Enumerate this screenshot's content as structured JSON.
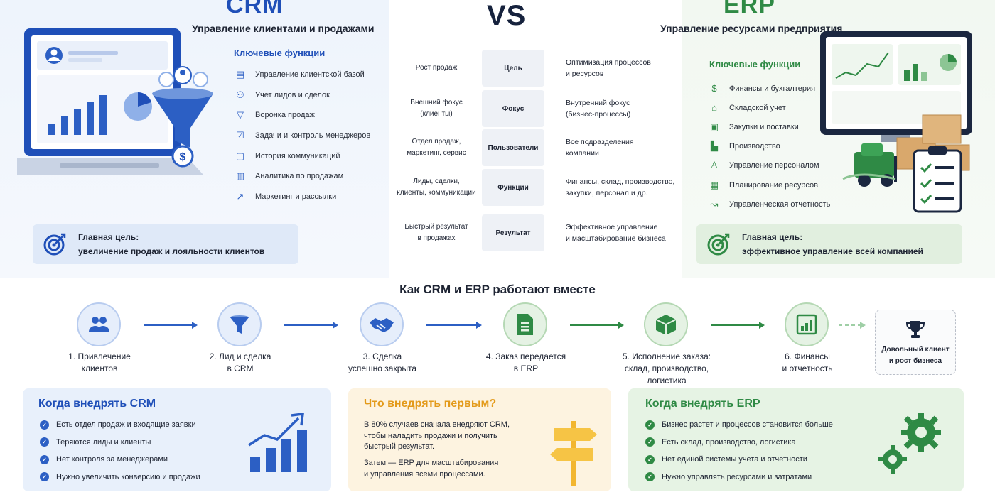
{
  "crm": {
    "title": "CRM",
    "subtitle": "Управление клиентами и продажами",
    "features_title": "Ключевые функции",
    "features": [
      {
        "label": "Управление клиентской базой",
        "icon": "contacts-icon"
      },
      {
        "label": "Учет лидов и сделок",
        "icon": "handshake-icon"
      },
      {
        "label": "Воронка продаж",
        "icon": "funnel-icon"
      },
      {
        "label": "Задачи и контроль менеджеров",
        "icon": "checklist-icon"
      },
      {
        "label": "История коммуникаций",
        "icon": "chat-icon"
      },
      {
        "label": "Аналитика по продажам",
        "icon": "chart-icon"
      },
      {
        "label": "Маркетинг и рассылки",
        "icon": "growth-chart-icon"
      }
    ],
    "goal_line1": "Главная цель:",
    "goal_line2": "увеличение продаж и лояльности клиентов"
  },
  "vs": "VS",
  "erp": {
    "title": "ERP",
    "subtitle": "Управление ресурсами предприятия",
    "features_title": "Ключевые функции",
    "features": [
      {
        "label": "Финансы и бухгалтерия",
        "icon": "dollar-icon"
      },
      {
        "label": "Складской учет",
        "icon": "warehouse-icon"
      },
      {
        "label": "Закупки и поставки",
        "icon": "truck-icon"
      },
      {
        "label": "Производство",
        "icon": "factory-icon"
      },
      {
        "label": "Управление персоналом",
        "icon": "person-icon"
      },
      {
        "label": "Планирование ресурсов",
        "icon": "calendar-icon"
      },
      {
        "label": "Управленческая отчетность",
        "icon": "report-icon"
      }
    ],
    "goal_line1": "Главная цель:",
    "goal_line2": "эффективное управление всей компанией"
  },
  "comparison": [
    {
      "crm_line1": "Рост продаж",
      "crm_line2": "",
      "label": "Цель",
      "erp_line1": "Оптимизация процессов",
      "erp_line2": "и ресурсов"
    },
    {
      "crm_line1": "Внешний фокус",
      "crm_line2": "(клиенты)",
      "label": "Фокус",
      "erp_line1": "Внутренний фокус",
      "erp_line2": "(бизнес-процессы)"
    },
    {
      "crm_line1": "Отдел продаж,",
      "crm_line2": "маркетинг, сервис",
      "label": "Пользователи",
      "erp_line1": "Все подразделения",
      "erp_line2": "компании"
    },
    {
      "crm_line1": "Лиды, сделки,",
      "crm_line2": "клиенты, коммуникации",
      "label": "Функции",
      "erp_line1": "Финансы, склад, производство,",
      "erp_line2": "закупки, персонал и др."
    },
    {
      "crm_line1": "Быстрый результат",
      "crm_line2": "в продажах",
      "label": "Результат",
      "erp_line1": "Эффективное управление",
      "erp_line2": "и масштабирование бизнеса"
    }
  ],
  "workflow": {
    "title": "Как CRM и ERP работают вместе",
    "steps": [
      {
        "line1": "1. Привлечение",
        "line2": "клиентов",
        "line3": "",
        "icon": "users-icon"
      },
      {
        "line1": "2. Лид и сделка",
        "line2": "в CRM",
        "line3": "",
        "icon": "funnel-icon"
      },
      {
        "line1": "3. Сделка",
        "line2": "успешно закрыта",
        "line3": "",
        "icon": "handshake-icon"
      },
      {
        "line1": "4. Заказ передается",
        "line2": "в ERP",
        "line3": "",
        "icon": "document-icon"
      },
      {
        "line1": "5. Исполнение заказа:",
        "line2": "склад, производство,",
        "line3": "логистика",
        "icon": "box-icon"
      },
      {
        "line1": "6. Финансы",
        "line2": "и отчетность",
        "line3": "",
        "icon": "bar-chart-icon"
      }
    ],
    "final_line1": "Довольный клиент",
    "final_line2": "и рост бизнеса",
    "final_icon": "trophy-icon"
  },
  "when_crm": {
    "title": "Когда внедрять CRM",
    "items": [
      "Есть отдел продаж и входящие заявки",
      "Теряются лиды и клиенты",
      "Нет контроля за менеджерами",
      "Нужно увеличить конверсию и продажи"
    ]
  },
  "what_first": {
    "title": "Что внедрять первым?",
    "p1_line1": "В 80% случаев сначала внедряют CRM,",
    "p1_line2": "чтобы наладить продажи и получить",
    "p1_line3": "быстрый результат.",
    "p2_line1": "Затем — ERP для масштабирования",
    "p2_line2": "и управления всеми процессами."
  },
  "when_erp": {
    "title": "Когда внедрять ERP",
    "items": [
      "Бизнес растет и процессов становится больше",
      "Есть склад, производство, логистика",
      "Нет единой системы учета и отчетности",
      "Нужно управлять ресурсами и затратами"
    ]
  },
  "colors": {
    "crm_blue": "#1f4fb8",
    "erp_green": "#2f8a45",
    "first_orange": "#e39a1a"
  }
}
